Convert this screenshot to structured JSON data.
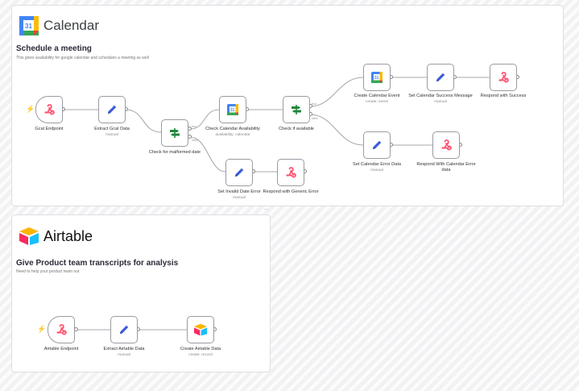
{
  "sticky_calendar": {
    "brand": "Calendar",
    "brand_icon_text": "31",
    "title": "Schedule a meeting",
    "subtitle": "This gives availability for google calendar and schedules a meeting as well"
  },
  "sticky_airtable": {
    "brand": "Airtable",
    "title": "Give Product team transcripts for analysis",
    "subtitle": "Need to help your product team out"
  },
  "nodes": {
    "gcal_endpoint": {
      "label": "Gcal Endpoint"
    },
    "extract_gcal": {
      "label": "Extract Gcal Data",
      "sub": "manual"
    },
    "check_malformed": {
      "label": "Check for malformed date"
    },
    "check_availability": {
      "label": "Check Calendar Availability",
      "sub": "availability: calendar"
    },
    "check_if_available": {
      "label": "Check if available"
    },
    "create_event": {
      "label": "Create Calendar Event",
      "sub": "create: event"
    },
    "set_success_msg": {
      "label": "Set Calendar Success Message",
      "sub": "manual"
    },
    "respond_success": {
      "label": "Respond with Success"
    },
    "set_error_data": {
      "label": "Set Calendar Error Data",
      "sub": "manual"
    },
    "respond_error_data": {
      "label": "Respond With Calendar Error data"
    },
    "set_invalid_date": {
      "label": "Set Invalid Date Error",
      "sub": "manual"
    },
    "respond_generic": {
      "label": "Respond with Generic Error"
    },
    "airtable_endpoint": {
      "label": "Airtable Endpoint"
    },
    "extract_airtable": {
      "label": "Extract Airtable Data",
      "sub": "manual"
    },
    "create_airtable": {
      "label": "Create Airtable Data",
      "sub": "create: record"
    }
  },
  "connection_labels": {
    "true_label": "true",
    "false_label": "false"
  },
  "colors": {
    "webhook": "#ff4f6e",
    "set_node": "#3b5bdb",
    "if_node": "#22863a",
    "trigger_bolt": "#ff6d5a"
  }
}
